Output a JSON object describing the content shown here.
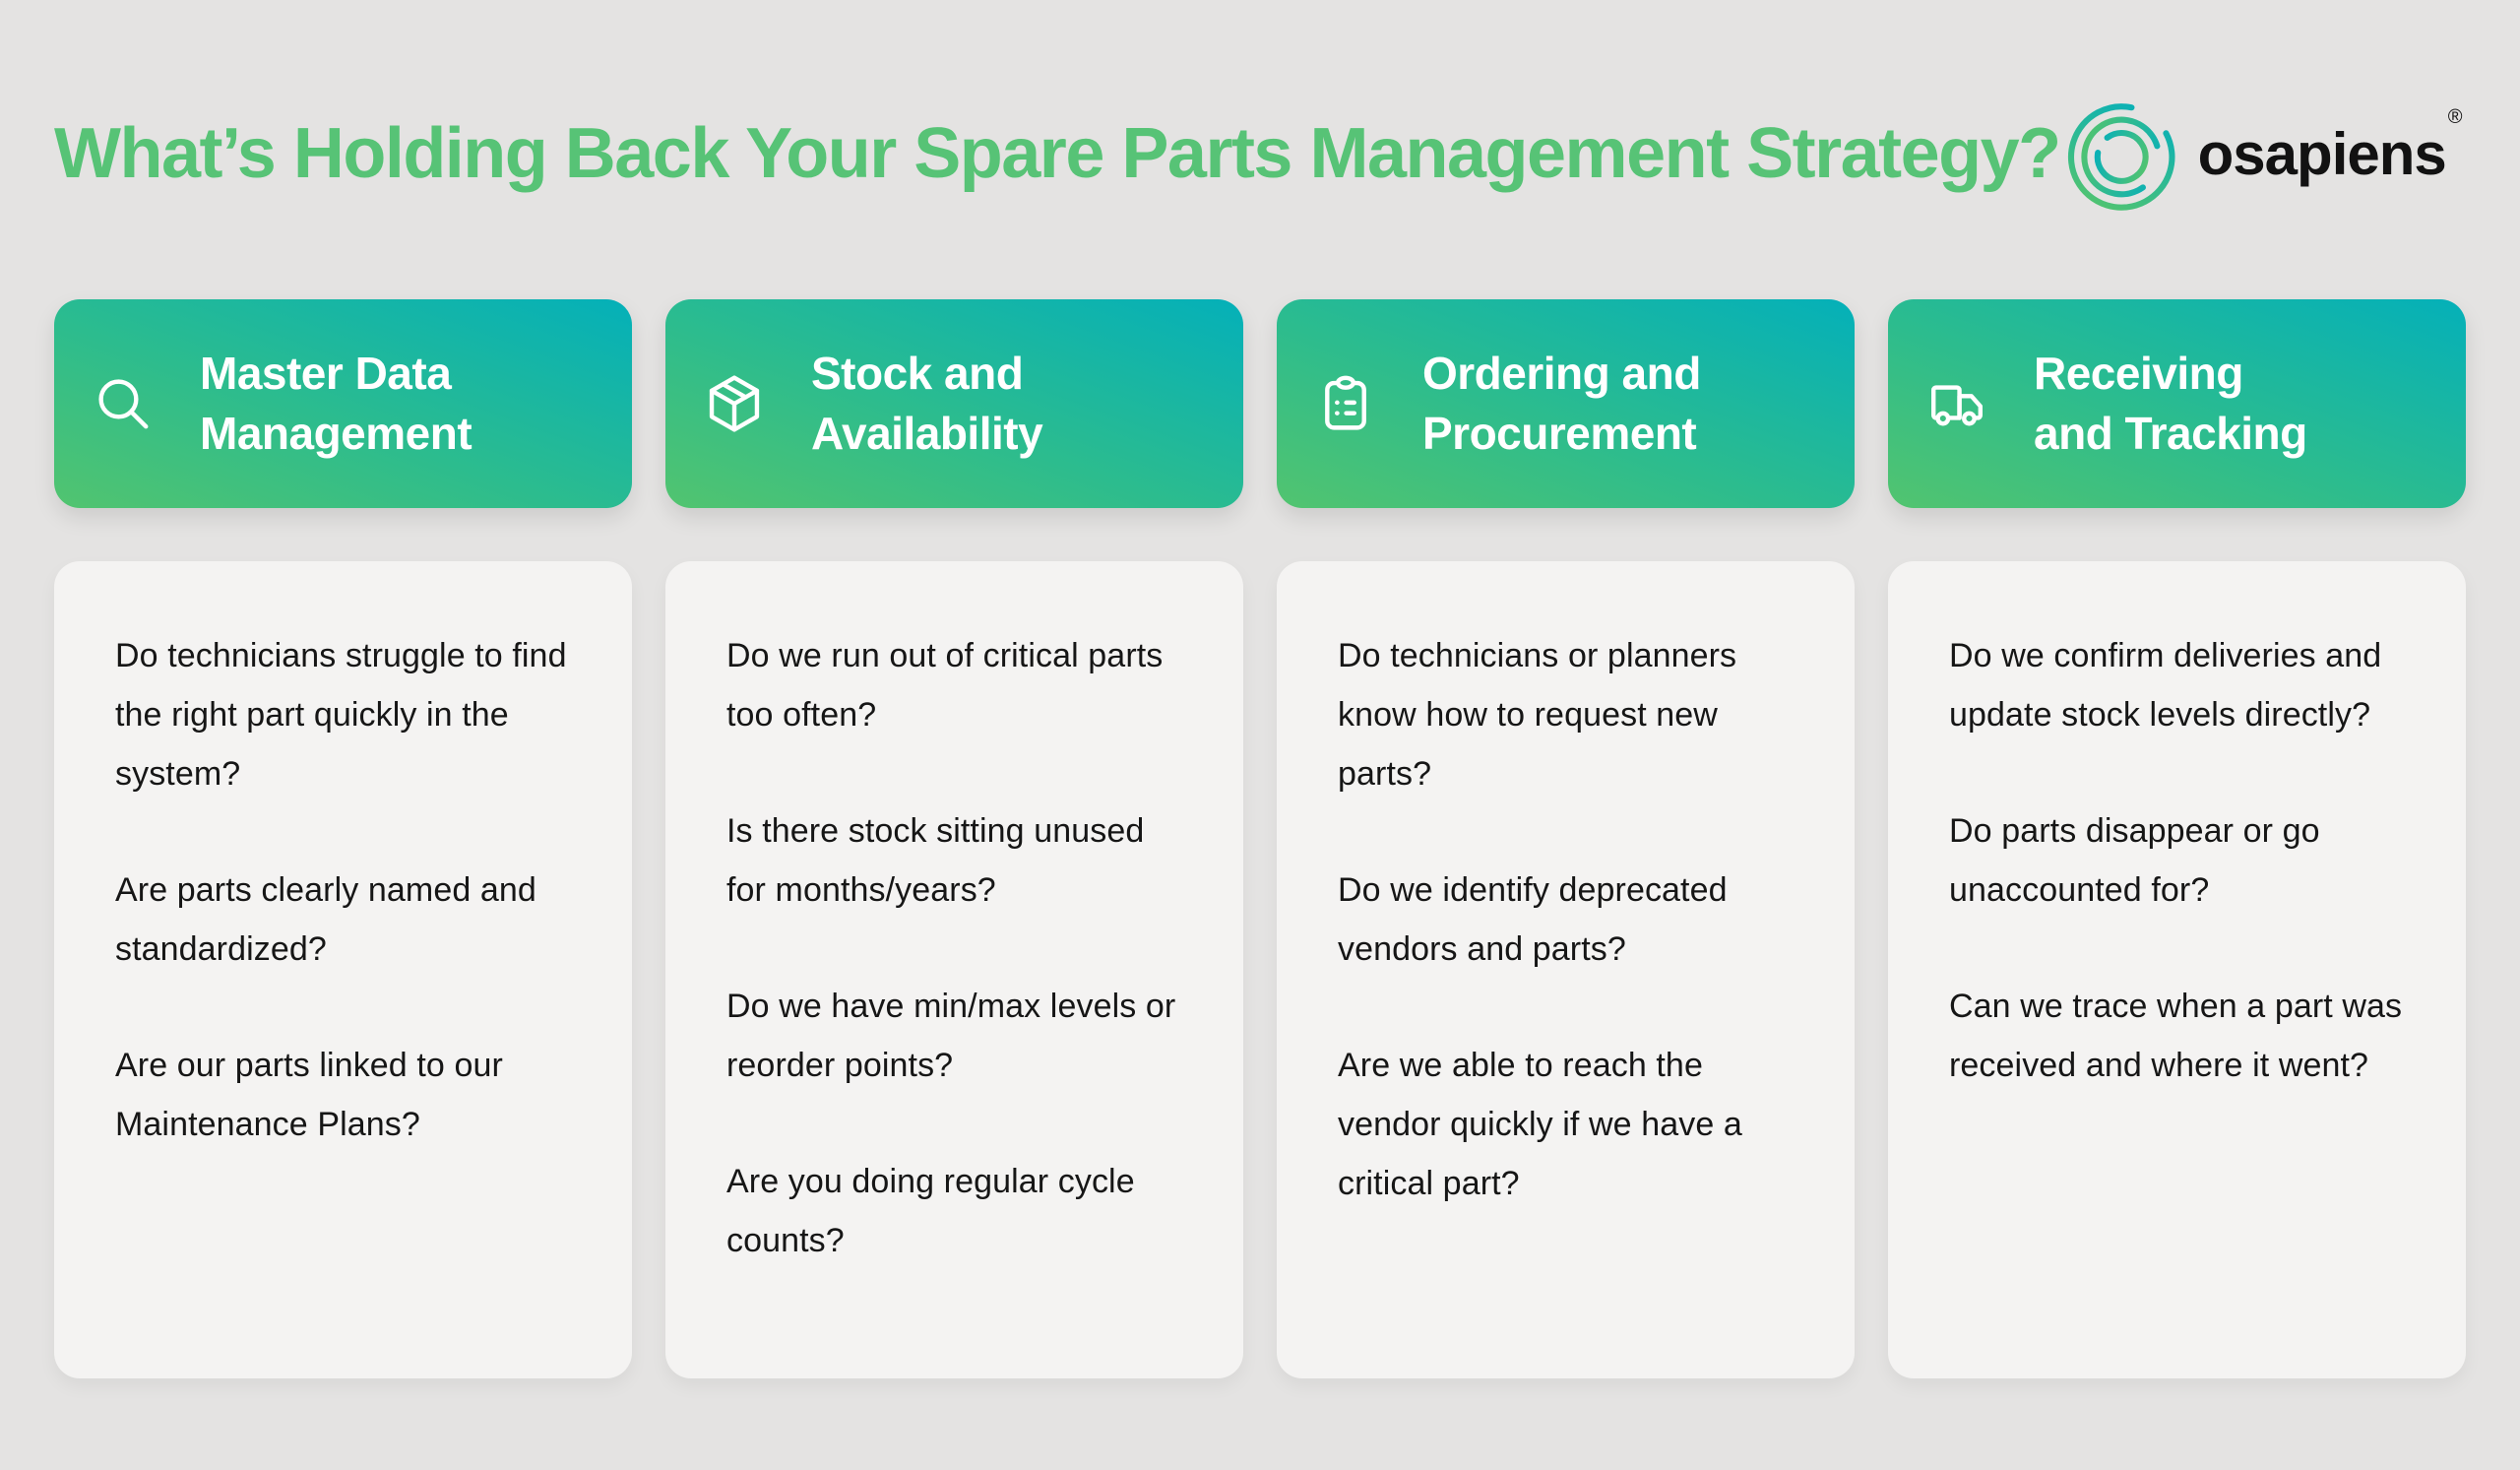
{
  "page": {
    "title": "What’s Holding Back Your Spare Parts Management Strategy?"
  },
  "logo": {
    "word": "osapiens",
    "registered": "®",
    "mark_icon": "osapiens-rings-icon"
  },
  "colors": {
    "page_background": "#e4e3e2",
    "title_green": "#57c376",
    "header_gradient_from": "#52c46f",
    "header_gradient_to": "#04b0b9",
    "body_card_background": "#f4f3f2",
    "body_text": "#161616",
    "header_text": "#ffffff",
    "logo_text": "#121212"
  },
  "columns": [
    {
      "icon": "search-icon",
      "title_lines": [
        "Master Data",
        "Management"
      ],
      "questions": [
        "Do technicians struggle to find the right part quickly in the system?",
        "Are parts clearly named and standardized?",
        "Are our parts linked to our Maintenance Plans?"
      ]
    },
    {
      "icon": "package-icon",
      "title_lines": [
        "Stock and",
        "Availability"
      ],
      "questions": [
        "Do we run out of critical parts too often?",
        "Is there stock sitting unused for months/years?",
        "Do we have min/max levels or reorder points?",
        "Are you doing regular cycle counts?"
      ]
    },
    {
      "icon": "clipboard-icon",
      "title_lines": [
        "Ordering and",
        "Procurement"
      ],
      "questions": [
        "Do technicians or planners know how to request new parts?",
        "Do we identify deprecated vendors and parts?",
        "Are we able to reach the vendor quickly if we have a critical part?"
      ]
    },
    {
      "icon": "truck-icon",
      "title_lines": [
        "Receiving",
        "and Tracking"
      ],
      "questions": [
        "Do we confirm deliveries and update stock levels directly?",
        "Do parts disappear or go unaccounted for?",
        "Can we trace when a part was received and where it went?"
      ]
    }
  ]
}
